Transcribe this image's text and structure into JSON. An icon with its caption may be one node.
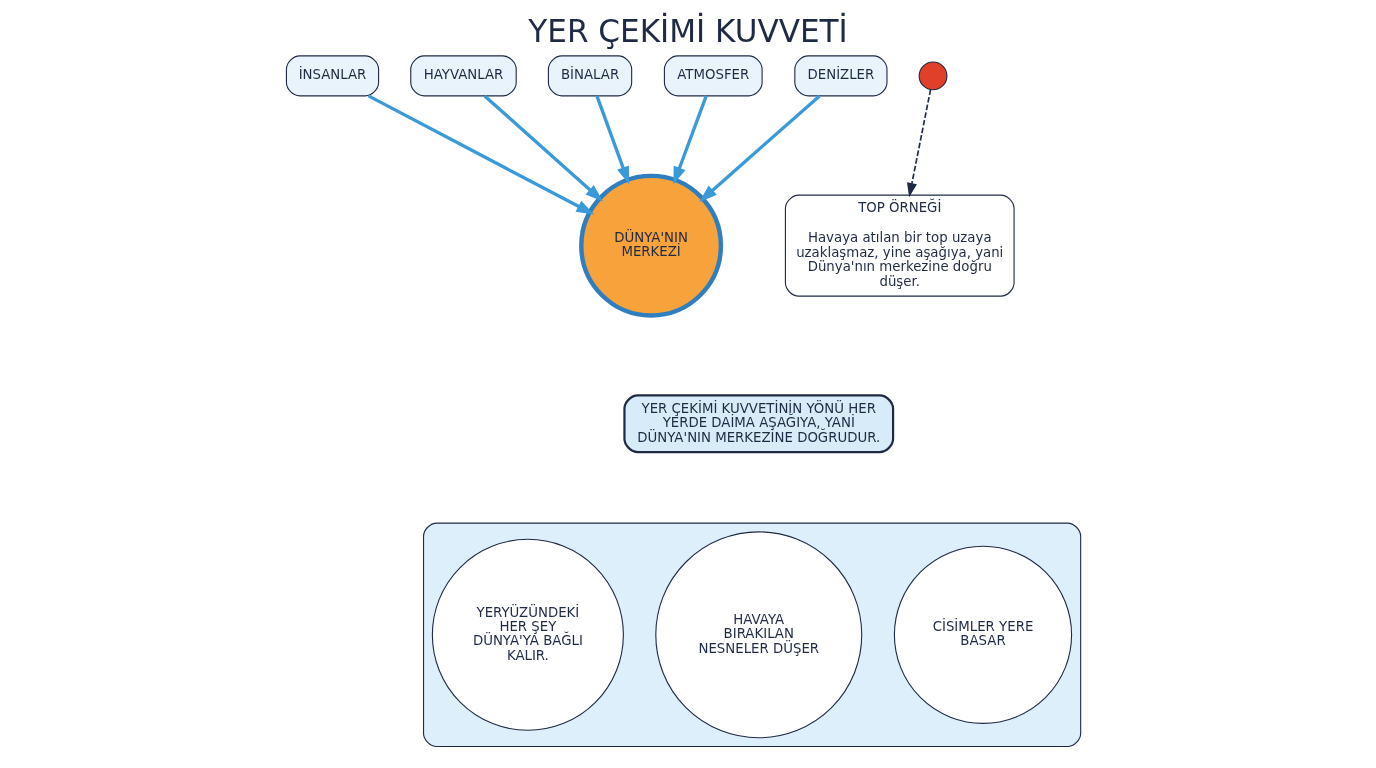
{
  "diagram": {
    "title": "YER ÇEKİMİ KUVVETİ",
    "nodes": [
      {
        "text": [
          "İNSANLAR"
        ]
      },
      {
        "text": [
          "HAYVANLAR"
        ]
      },
      {
        "text": [
          "BİNALAR"
        ]
      },
      {
        "text": [
          "ATMOSFER"
        ]
      },
      {
        "text": [
          "DENİZLER"
        ]
      },
      {
        "text": [
          "DÜNYA'NIN MERKEZİ"
        ]
      },
      {
        "text": [
          "TOP ÖRNEĞİ",
          "Havaya atılan bir top uzaya uzaklaşmaz, yine aşağıya, yani Dünya'nın merkezine doğru düşer."
        ]
      },
      {
        "text": [],
        "shape": "circle"
      },
      {
        "text": [
          "YER ÇEKİMİ KUVVETİNİN YÖNÜ HER YERDE DAİMA AŞAĞIYA, YANİ DÜNYA'NIN MERKEZİNE DOĞRUDUR."
        ]
      },
      {
        "text": [],
        "shape": "box"
      },
      {
        "text": [
          "CİSİMLER YERE BASAR"
        ],
        "in": 9
      },
      {
        "text": [
          "HAVAYA BIRAKILAN NESNELER DÜŞER"
        ],
        "in": 9
      },
      {
        "text": [
          "YERYÜZÜNDEKİ HER ŞEY DÜNYA'YA BAĞLI KALIR."
        ],
        "in": 9
      }
    ],
    "edges": [
      {
        "from": 0,
        "to": 5,
        "arrow": "to"
      },
      {
        "from": 1,
        "to": 5,
        "arrow": "to"
      },
      {
        "from": 2,
        "to": 5,
        "arrow": "to"
      },
      {
        "from": 3,
        "to": 5,
        "arrow": "to"
      },
      {
        "from": 4,
        "to": 5,
        "arrow": "to"
      },
      {
        "from": 7,
        "to": 6,
        "arrow": "to",
        "style": "dashed",
        "color": "#1f2a44"
      }
    ]
  }
}
